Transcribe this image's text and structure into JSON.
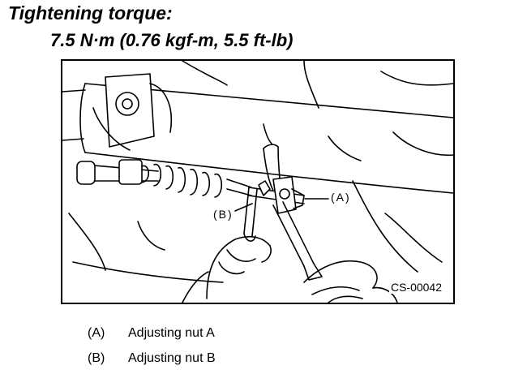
{
  "heading": "Tightening torque:",
  "torque_value": "7.5 N·m (0.76 kgf-m, 5.5 ft-lb)",
  "figure": {
    "code": "CS-00042",
    "callouts": {
      "a": "(A)",
      "b": "(B)"
    }
  },
  "legend": [
    {
      "key": "(A)",
      "label": "Adjusting nut A"
    },
    {
      "key": "(B)",
      "label": "Adjusting nut B"
    }
  ]
}
